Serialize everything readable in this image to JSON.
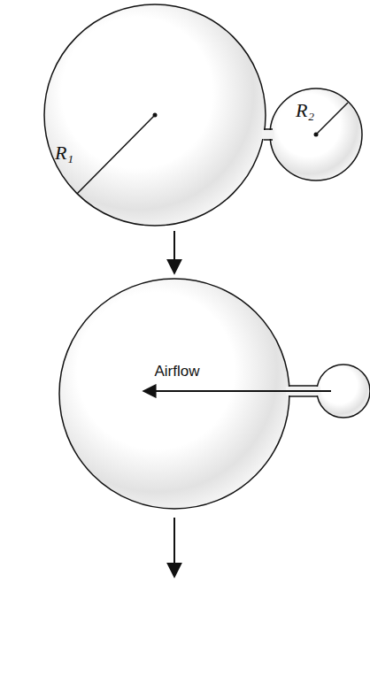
{
  "diagram": {
    "nodes": [
      {
        "text": [
          "R₁"
        ]
      },
      {
        "text": [
          "R₂"
        ]
      },
      {
        "text": [
          "Airflow"
        ]
      }
    ],
    "edges": [
      {
        "from": 0,
        "to": 2,
        "arrow": "to"
      }
    ]
  }
}
